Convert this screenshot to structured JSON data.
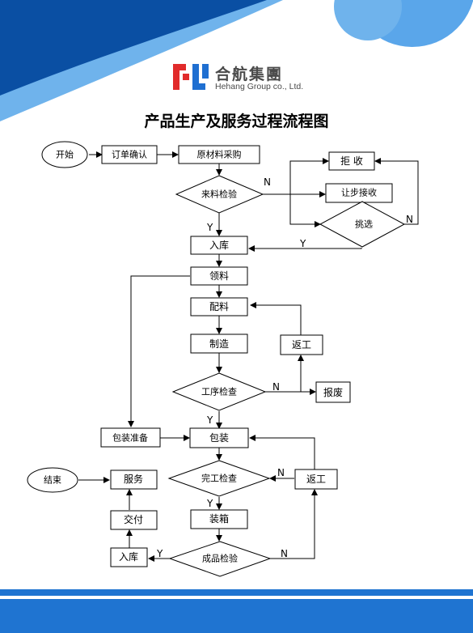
{
  "brand": {
    "name": "合航集團",
    "sub": "Hehang Group co., Ltd.",
    "logo_icon": "hehang-logo-icon",
    "colors": {
      "red": "#e12b2b",
      "blue": "#1f6fd1"
    }
  },
  "title": "产品生产及服务过程流程图",
  "nodes": {
    "start": "开始",
    "order_confirm": "订单确认",
    "material_purchase": "原材料采购",
    "incoming_inspection": "来料检验",
    "reject": "拒 收",
    "concession": "让步接收",
    "sorting": "挑选",
    "warehouse_in": "入库",
    "material_pick": "领料",
    "batching": "配料",
    "manufacturing": "制造",
    "rework_1": "返工",
    "process_inspection": "工序检查",
    "scrap": "报废",
    "packing_prep": "包装准备",
    "packing": "包装",
    "completion_inspection": "完工检查",
    "rework_2": "返工",
    "end": "结束",
    "service": "服务",
    "delivery": "交付",
    "boxing": "装箱",
    "warehouse_in_final": "入库",
    "final_inspection": "成品检验"
  },
  "labels": {
    "yes": "Y",
    "no": "N"
  },
  "colors": {
    "blue_dark": "#0a4fa3",
    "blue_mid": "#1f74d1",
    "blue_light": "#5aa6ea",
    "blue_pale": "#bcd9f5"
  }
}
